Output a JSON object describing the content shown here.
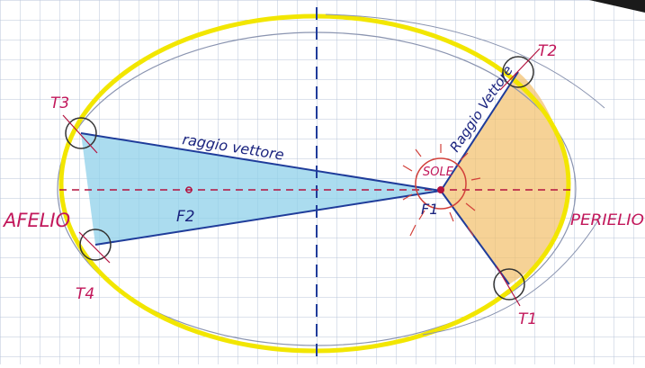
{
  "labels": {
    "t1": "T1",
    "t2": "T2",
    "t3": "T3",
    "t4": "T4",
    "afelio": "AFELIO",
    "perielio": "PERIELIO",
    "sole": "SOLE",
    "f1": "F1",
    "f2": "F2",
    "raggio_vettore_left": "raggio vettore",
    "raggio_vettore_right": "Raggio Vettore"
  },
  "colors": {
    "grid": "#b8c6da",
    "orbit_yellow": "#f2e600",
    "orbit_pencil": "#8a94b0",
    "axis_blue": "#1f3c9a",
    "axis_red": "#b3123f",
    "area_blue": "#8fd0ea",
    "area_orange": "#f2bf6a",
    "red_ink": "#c2185b",
    "blue_ink": "#1a237e",
    "sun": "#d2403a"
  }
}
